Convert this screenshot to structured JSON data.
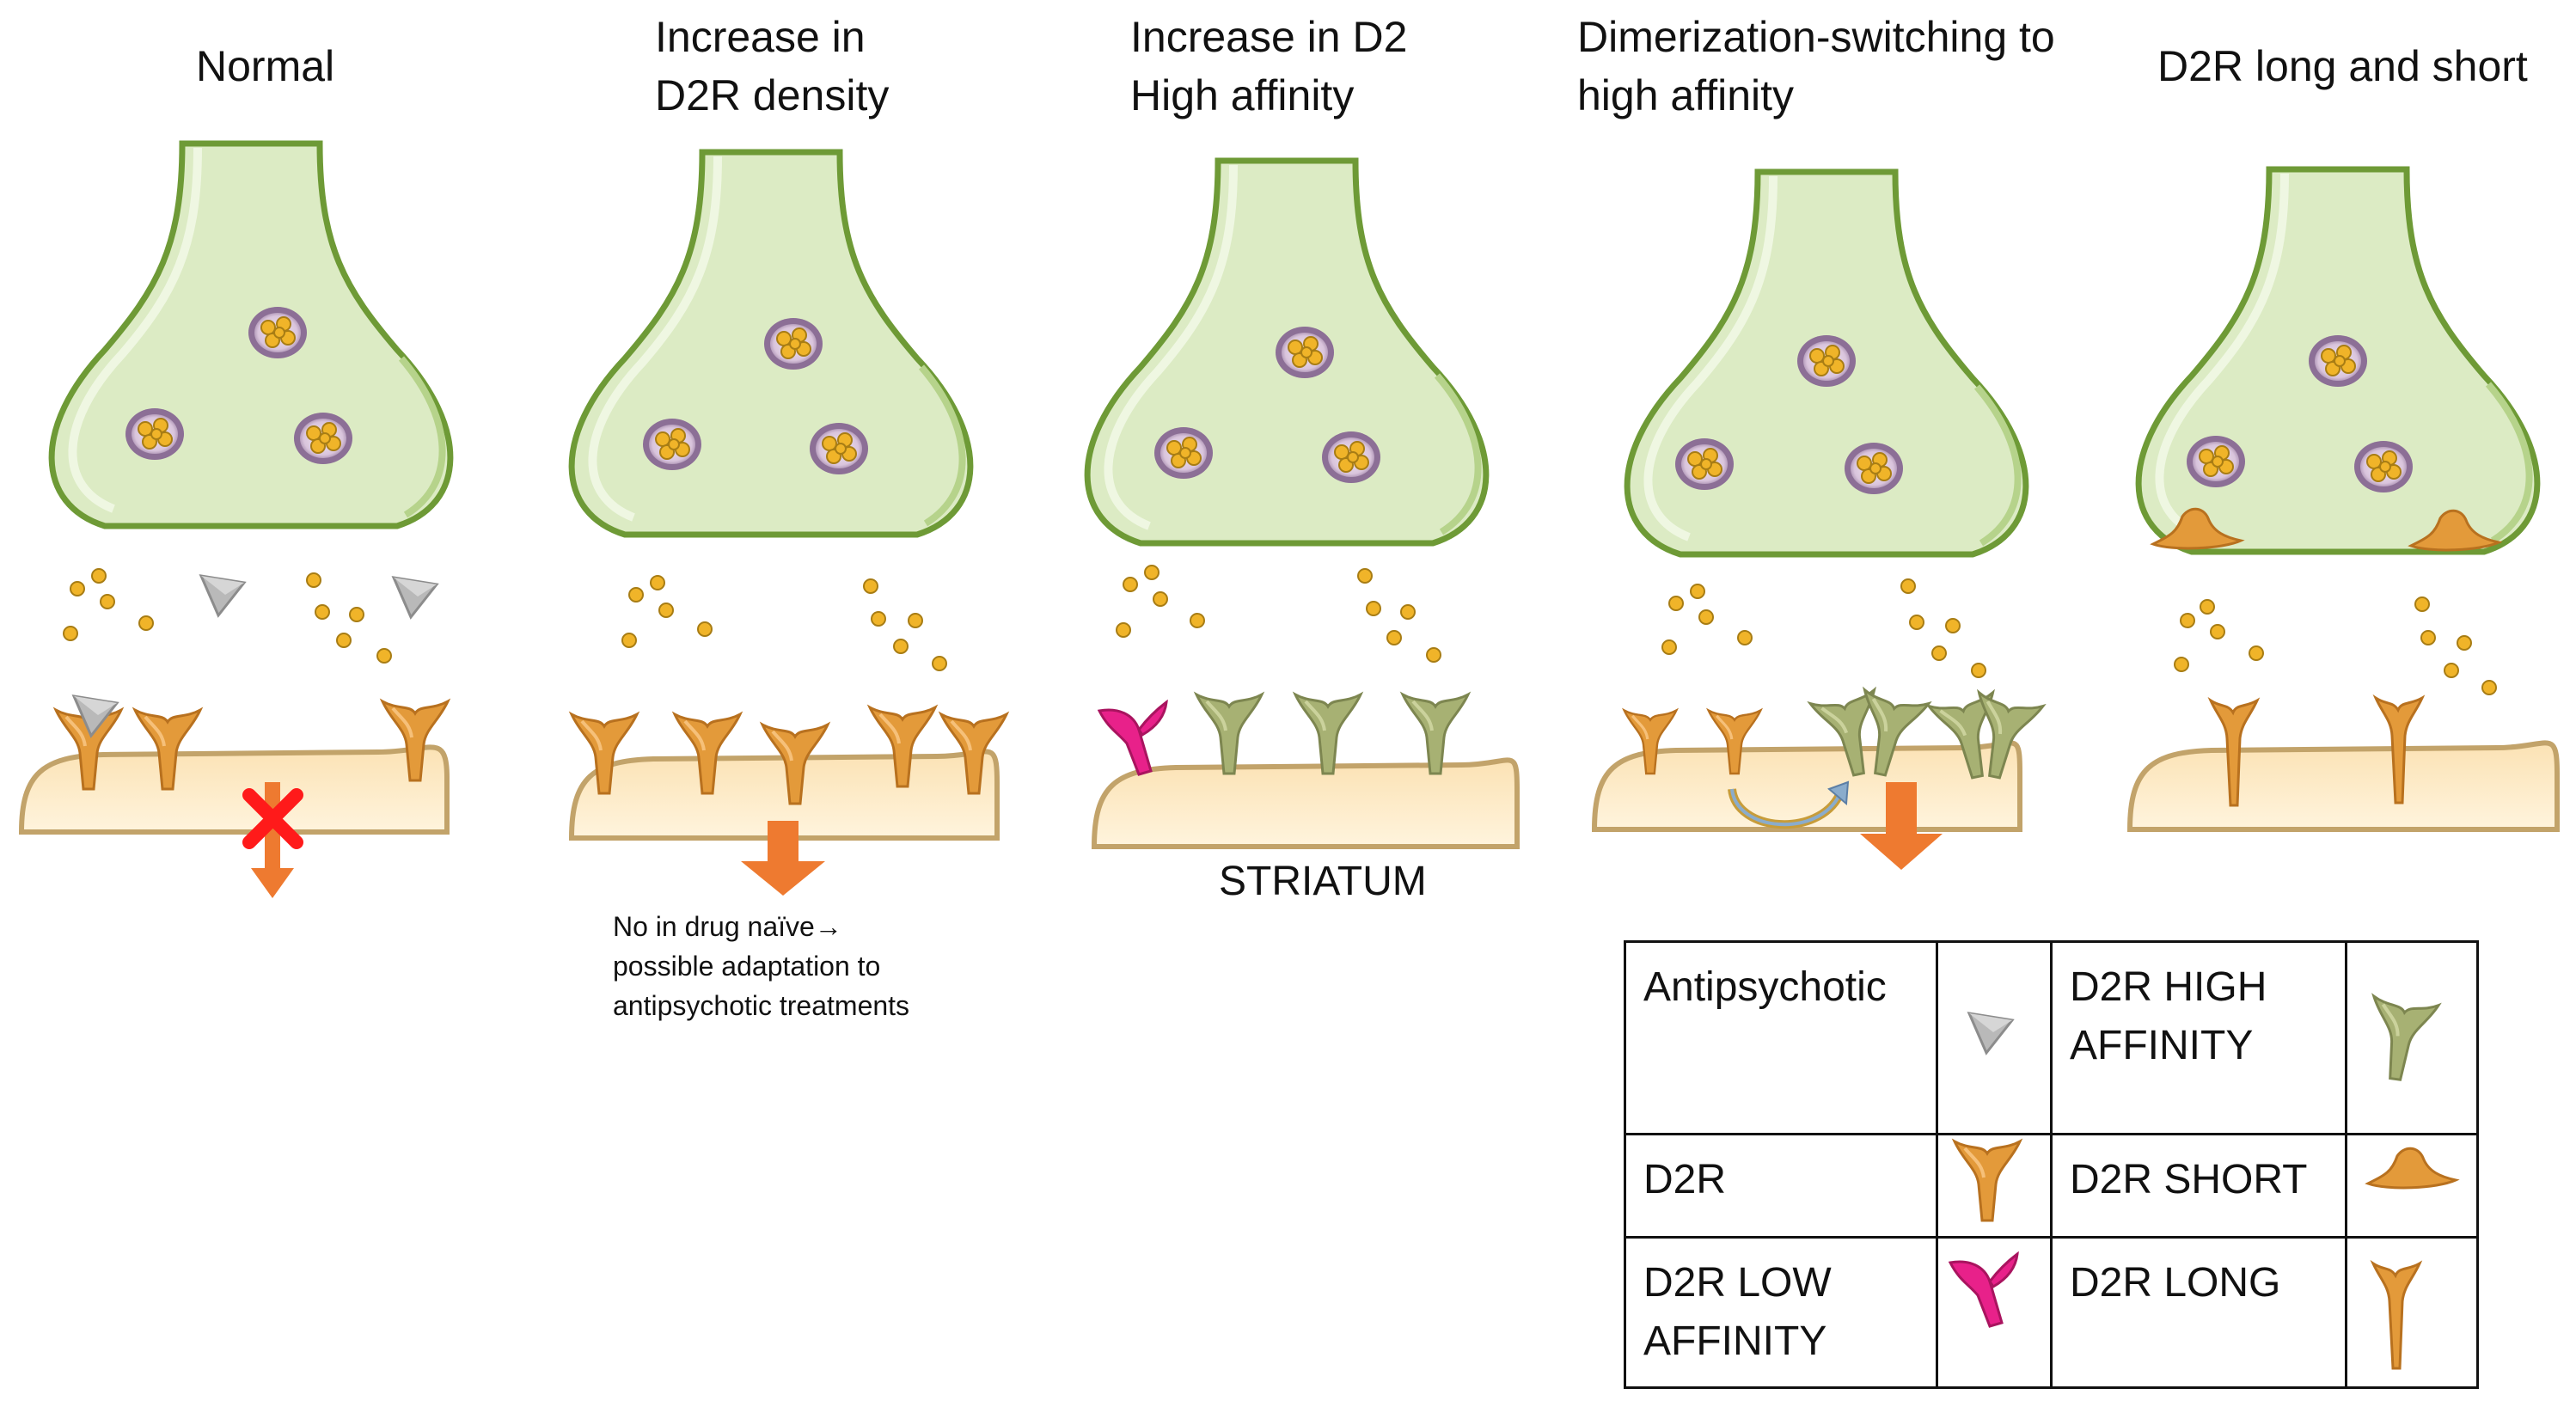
{
  "panels": [
    {
      "title_lines": [
        "Normal"
      ]
    },
    {
      "title_lines": [
        "Increase in",
        "D2R density"
      ]
    },
    {
      "title_lines": [
        "Increase in D2",
        "High affinity"
      ]
    },
    {
      "title_lines": [
        "Dimerization-switching to",
        "high affinity"
      ]
    },
    {
      "title_lines": [
        "D2R long and short"
      ]
    }
  ],
  "striatum_label": "STRIATUM",
  "note_lines": [
    "No in drug naïve→",
    "possible adaptation to",
    "antipsychotic treatments"
  ],
  "legend": [
    {
      "label_lines": [
        "Antipsychotic"
      ],
      "icon": "antipsychotic-triangle-icon"
    },
    {
      "label_lines": [
        "D2R HIGH",
        "AFFINITY"
      ],
      "icon": "d2r-high-affinity-icon"
    },
    {
      "label_lines": [
        "D2R"
      ],
      "icon": "d2r-receptor-icon"
    },
    {
      "label_lines": [
        "D2R SHORT"
      ],
      "icon": "d2r-short-icon"
    },
    {
      "label_lines": [
        "D2R LOW",
        "AFFINITY"
      ],
      "icon": "d2r-low-affinity-icon"
    },
    {
      "label_lines": [
        "D2R LONG"
      ],
      "icon": "d2r-long-icon"
    }
  ],
  "colors": {
    "terminal_fill": "#dcebc4",
    "terminal_stroke": "#6e9a36",
    "postsynaptic_fill": "#fde6bc",
    "postsynaptic_stroke": "#c2a36a",
    "d2r": "#e39a3a",
    "d2r_high_affinity": "#a7b173",
    "d2r_low_affinity": "#e8218a",
    "antipsychotic": "#9e9e9e",
    "dopamine": "#f0b429",
    "vesicle": "#8c6f96",
    "arrow": "#ee7a30",
    "block_cross": "#ff1a1a"
  }
}
